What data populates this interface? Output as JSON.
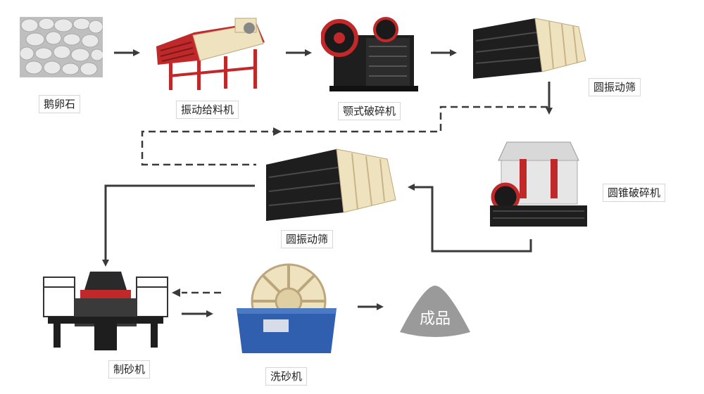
{
  "stages": {
    "pebbles": "鹅卵石",
    "vibrating_feeder": "振动给料机",
    "jaw_crusher": "颚式破碎机",
    "circular_screen_1": "圆振动筛",
    "cone_crusher": "圆锥破碎机",
    "circular_screen_2": "圆振动筛",
    "sand_maker": "制砂机",
    "sand_washer": "洗砂机",
    "finished_product": "成品"
  },
  "colors": {
    "arrow": "#3a3a3a",
    "product_pile": "#9a9a9a",
    "washer_blue": "#2f5fae",
    "machine_cream": "#efe2be",
    "machine_dark": "#1e1e1e",
    "accent_red": "#c0282a"
  },
  "icons": [
    "pebble-pile-image",
    "vibrating-feeder-image",
    "jaw-crusher-image",
    "circular-screen-image",
    "cone-crusher-image",
    "sand-maker-image",
    "sand-washer-image"
  ]
}
